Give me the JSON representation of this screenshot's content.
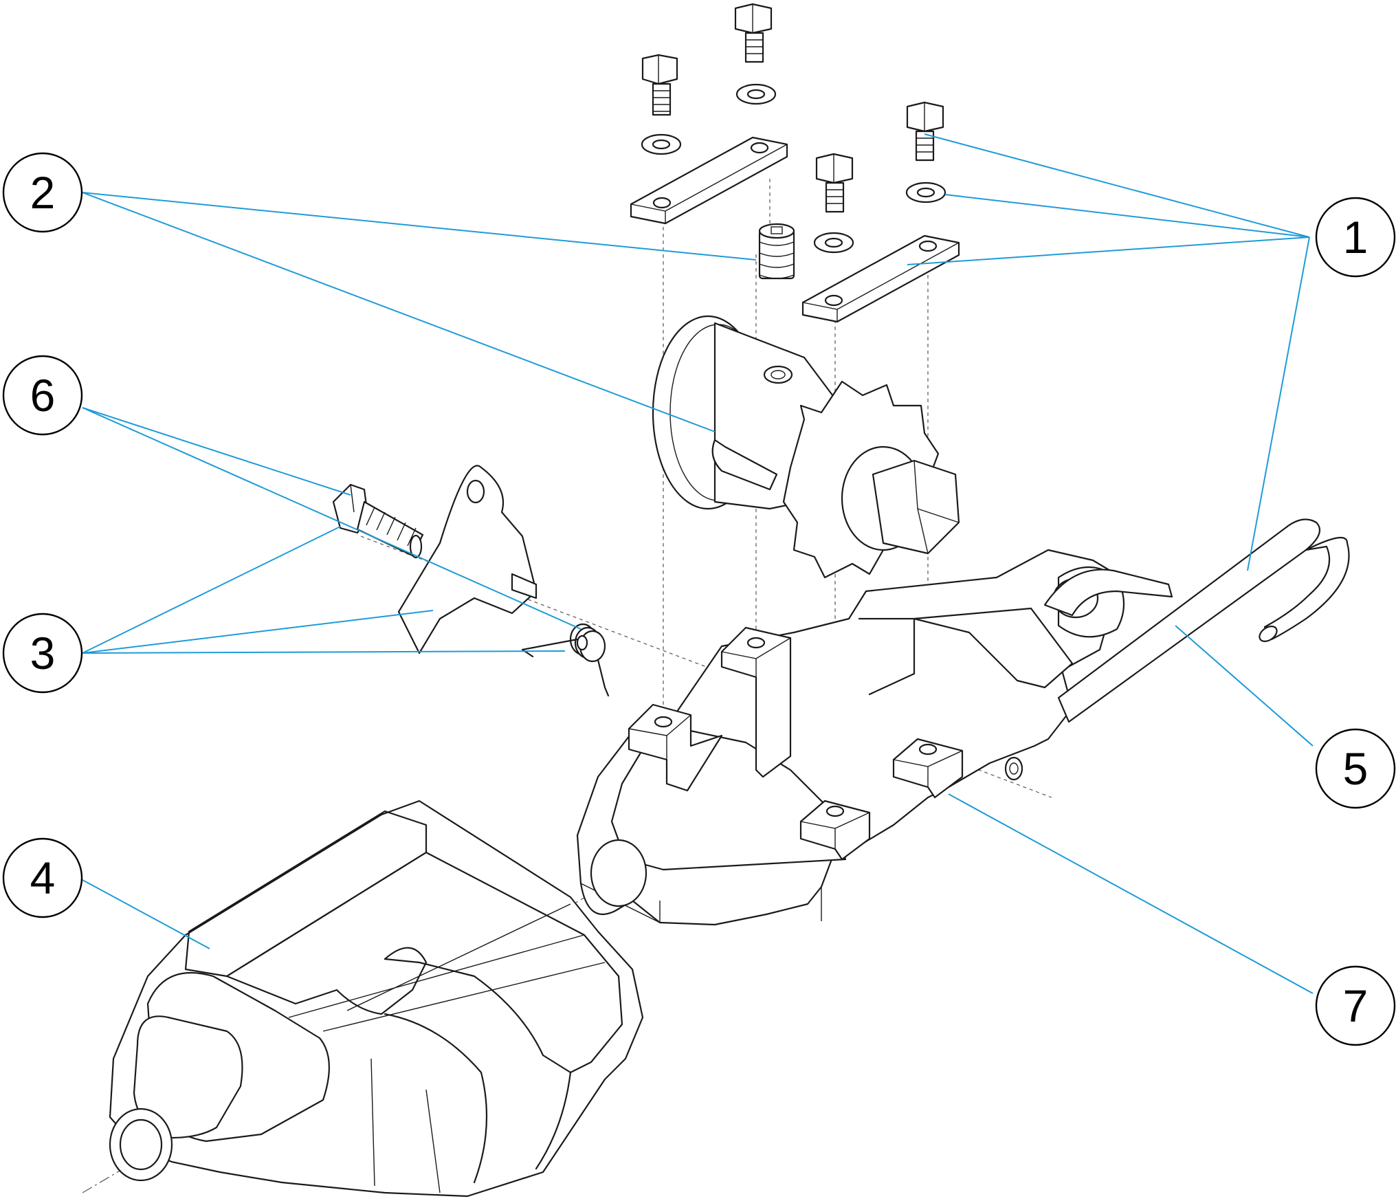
{
  "diagram": {
    "leader_color": "#1e9bd7",
    "callouts": [
      {
        "id": "1",
        "label": "1"
      },
      {
        "id": "2",
        "label": "2"
      },
      {
        "id": "3",
        "label": "3"
      },
      {
        "id": "4",
        "label": "4"
      },
      {
        "id": "5",
        "label": "5"
      },
      {
        "id": "6",
        "label": "6"
      },
      {
        "id": "7",
        "label": "7"
      }
    ]
  }
}
